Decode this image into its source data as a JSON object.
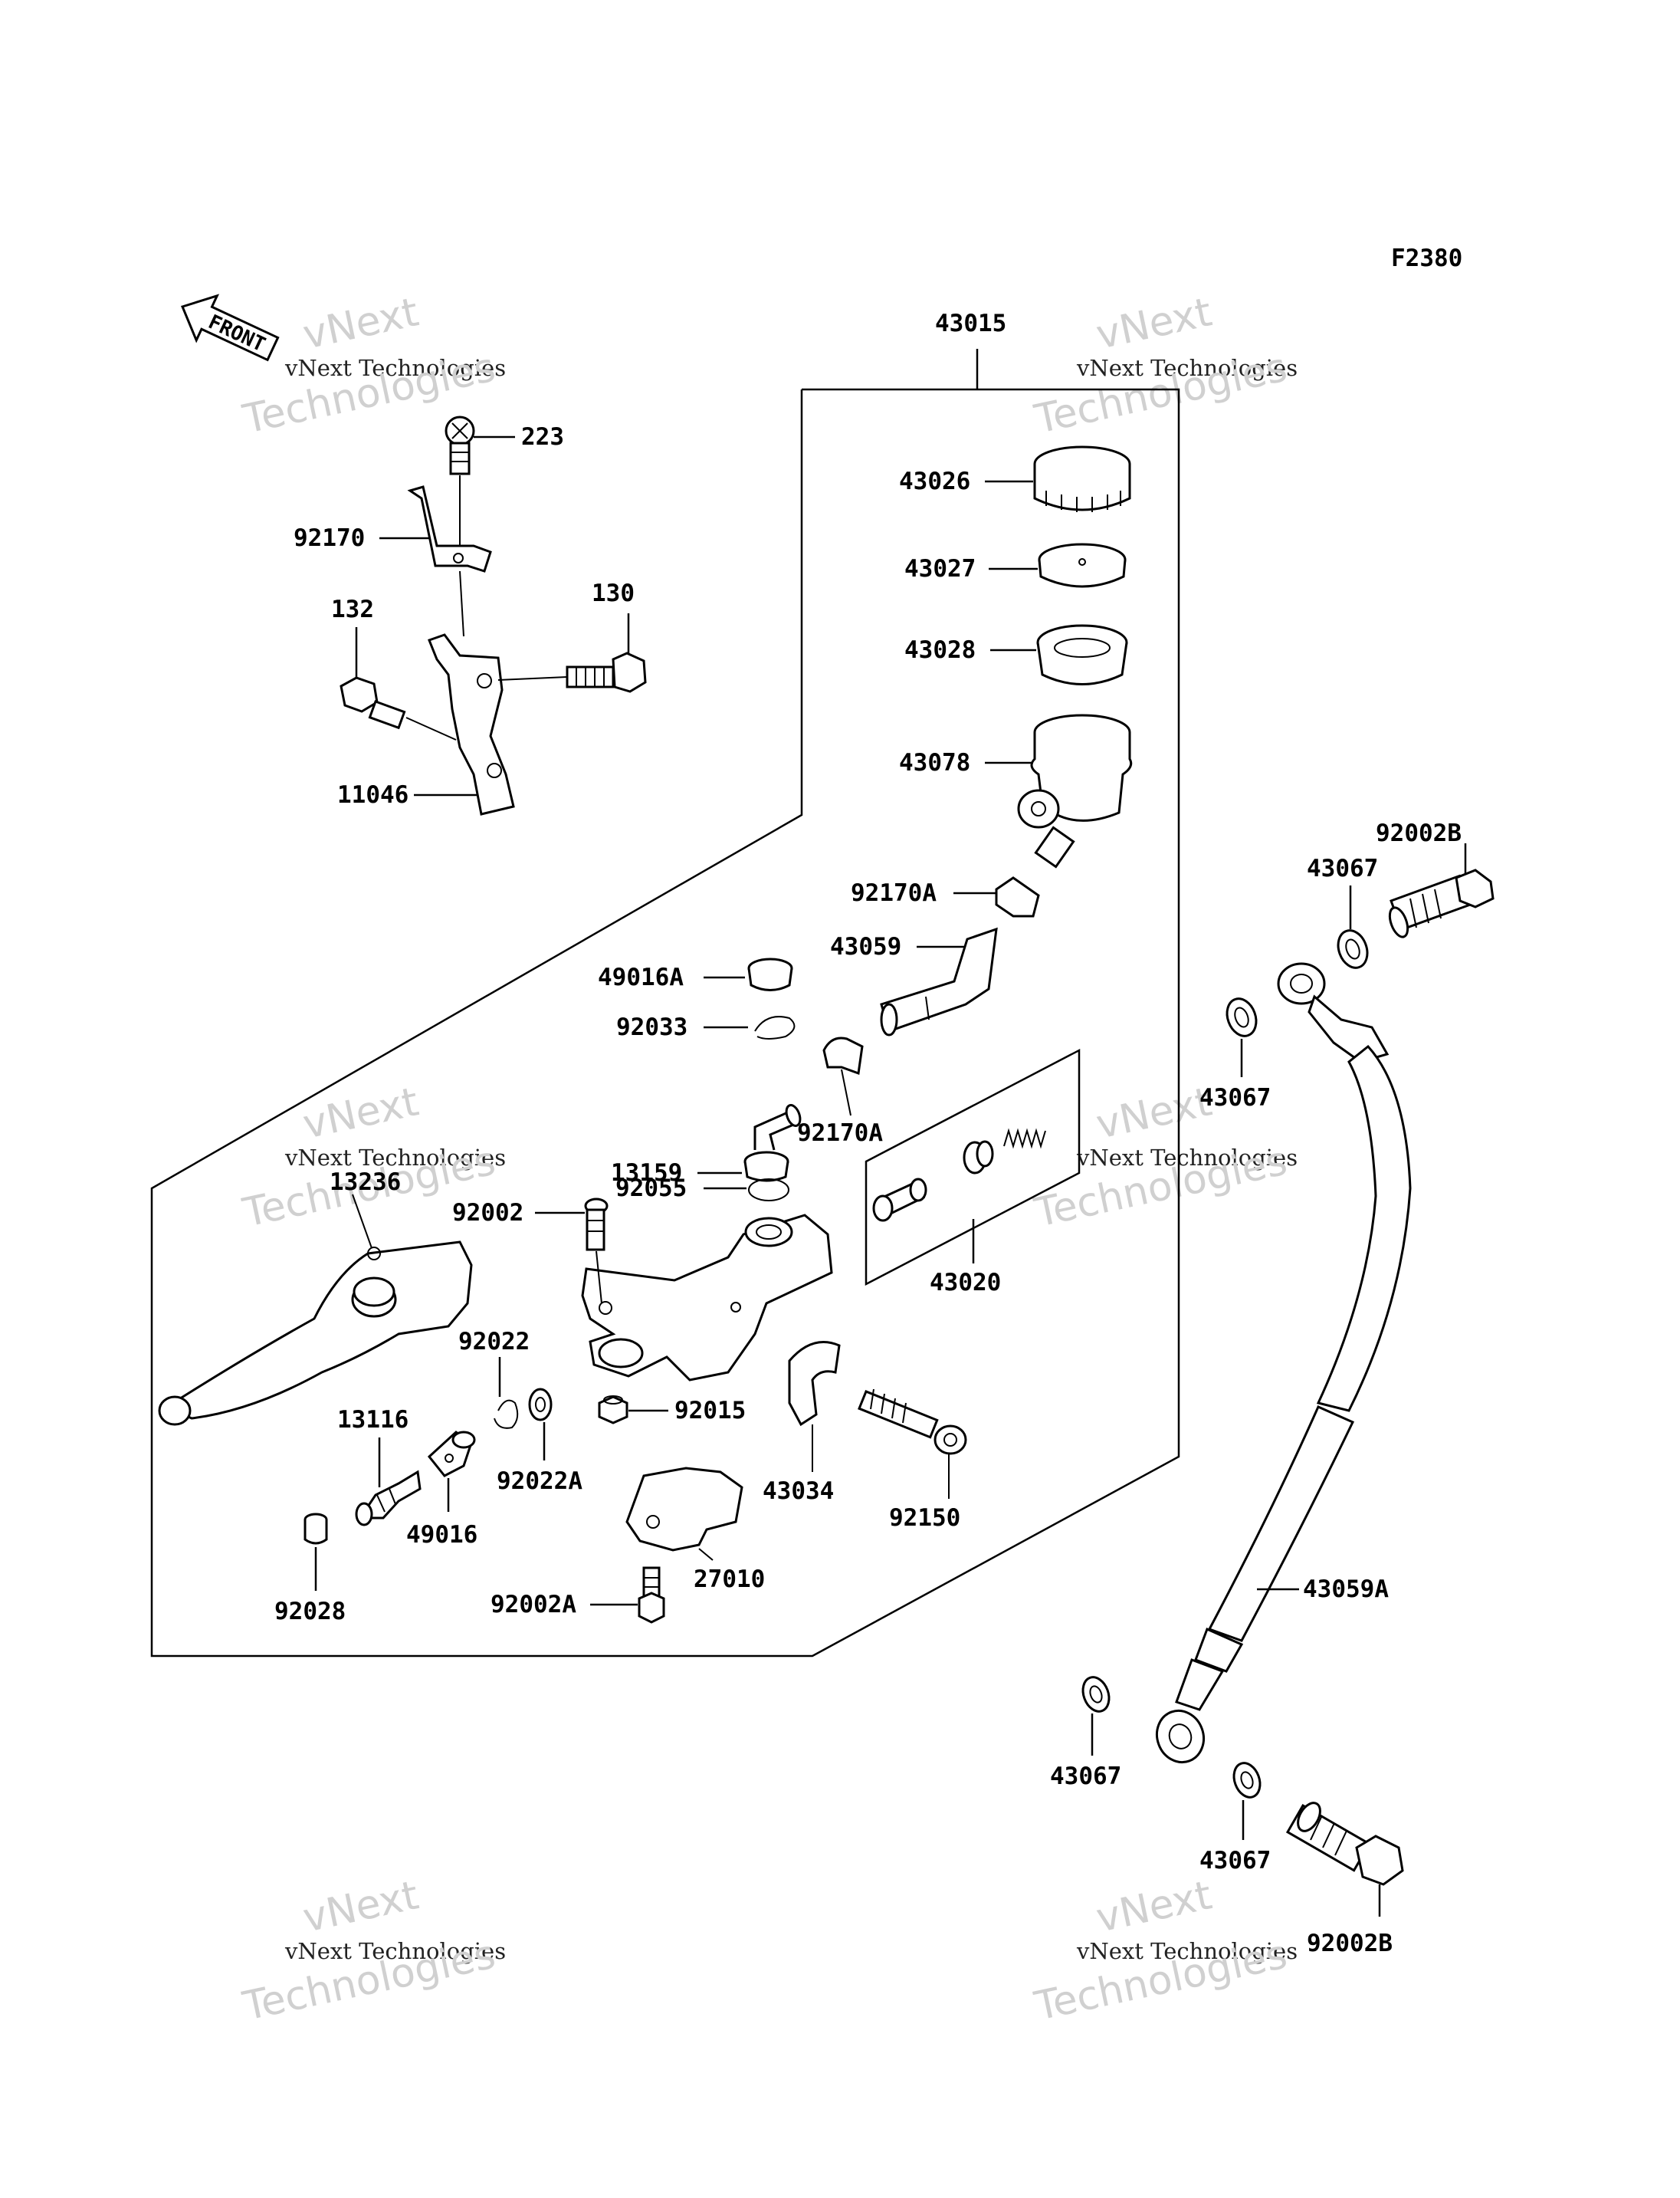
{
  "figure_code": "F2380",
  "front_arrow_text": "FRONT",
  "watermark": {
    "line1": "vNext",
    "line2": "vNext Technologies",
    "line3": "Technologies"
  },
  "labels": {
    "l43015": "43015",
    "l223": "223",
    "l92170": "92170",
    "l132": "132",
    "l130": "130",
    "l11046": "11046",
    "l43026": "43026",
    "l43027": "43027",
    "l43028": "43028",
    "l43078": "43078",
    "l92170A_top": "92170A",
    "l43059": "43059",
    "l49016A": "49016A",
    "l92033": "92033",
    "l13159": "13159",
    "l92170A_mid": "92170A",
    "l92055": "92055",
    "l13236": "13236",
    "l92002": "92002",
    "l43020": "43020",
    "l92022": "92022",
    "l13116": "13116",
    "l92022A": "92022A",
    "l92015": "92015",
    "l43034": "43034",
    "l92150": "92150",
    "l49016": "49016",
    "l27010": "27010",
    "l92028": "92028",
    "l92002A": "92002A",
    "l92002B_top": "92002B",
    "l43067_a": "43067",
    "l43067_b": "43067",
    "l43059A": "43059A",
    "l43067_c": "43067",
    "l43067_d": "43067",
    "l92002B_bot": "92002B"
  }
}
